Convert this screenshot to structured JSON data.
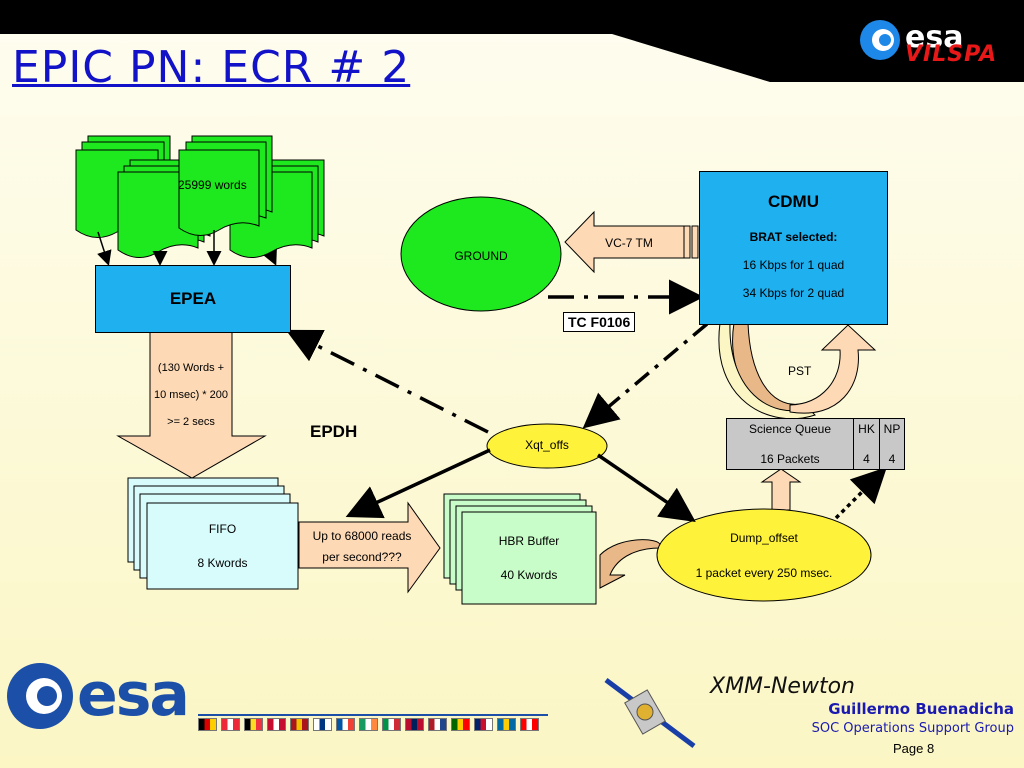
{
  "slide": {
    "title": "EPIC PN: ECR # 2",
    "logo_top": {
      "main": "esa",
      "sub": "VILSPA"
    },
    "logo_bottom": "esa"
  },
  "diagram": {
    "packets_label": "25999 words",
    "epea": "EPEA",
    "epea_arrow": {
      "line1": "(130 Words +",
      "line2": "10 msec) * 200",
      "line3": ">= 2 secs"
    },
    "fifo": {
      "title": "FIFO",
      "size": "8 Kwords"
    },
    "fifo_arrow": {
      "line1": "Up to 68000 reads",
      "line2": "per second???"
    },
    "hbr": {
      "title": "HBR Buffer",
      "size": "40 Kwords"
    },
    "ground": "GROUND",
    "vc_arrow": "VC-7 TM",
    "cdmu": {
      "title": "CDMU",
      "brat": "BRAT selected:",
      "rate1": "16 Kbps for 1 quad",
      "rate2": "34 Kbps for 2 quad"
    },
    "tc": "TC F0106",
    "pst": "PST",
    "epdh": "EPDH",
    "xqt": "Xqt_offs",
    "dump": {
      "title": "Dump_offset",
      "desc": "1 packet every 250 msec."
    },
    "science_queue": {
      "label": "Science Queue",
      "packets": "16 Packets",
      "hk_label": "HK",
      "hk_value": "4",
      "np_label": "NP",
      "np_value": "4"
    }
  },
  "footer": {
    "mission": "XMM-Newton",
    "author": "Guillermo Buenadicha",
    "group": "SOC Operations Support Group",
    "page": "Page 8"
  },
  "colors": {
    "title": "#1212c8",
    "box_blue": "#1fb0f0",
    "green": "#1ee81e",
    "yellow": "#fff23a",
    "arrow_fill": "#fdd9b5",
    "light_green": "#c8fcc8",
    "light_cyan": "#d8fcfc",
    "pst_orange": "#e8b888",
    "header_black": "#000000"
  },
  "icons": [
    "esa-logo-icon",
    "satellite-icon",
    "flag-icon"
  ],
  "flags": [
    [
      "#000000",
      "#dd0000",
      "#ffce00"
    ],
    [
      "#ed2939",
      "#ffffff",
      "#ed2939"
    ],
    [
      "#000000",
      "#fdda24",
      "#ef3340"
    ],
    [
      "#c60c30",
      "#ffffff",
      "#c60c30"
    ],
    [
      "#aa151b",
      "#f1bf00",
      "#aa151b"
    ],
    [
      "#ffffff",
      "#003580",
      "#ffffff"
    ],
    [
      "#0055a4",
      "#ffffff",
      "#ef4135"
    ],
    [
      "#169b62",
      "#ffffff",
      "#ff883e"
    ],
    [
      "#009246",
      "#ffffff",
      "#ce2b37"
    ],
    [
      "#ba0c2f",
      "#00205b",
      "#ba0c2f"
    ],
    [
      "#ae1c28",
      "#ffffff",
      "#21468b"
    ],
    [
      "#006600",
      "#ffcc00",
      "#ff0000"
    ],
    [
      "#012169",
      "#c8102e",
      "#ffffff"
    ],
    [
      "#006aa7",
      "#fecc02",
      "#006aa7"
    ],
    [
      "#ff0000",
      "#ffffff",
      "#ff0000"
    ]
  ]
}
